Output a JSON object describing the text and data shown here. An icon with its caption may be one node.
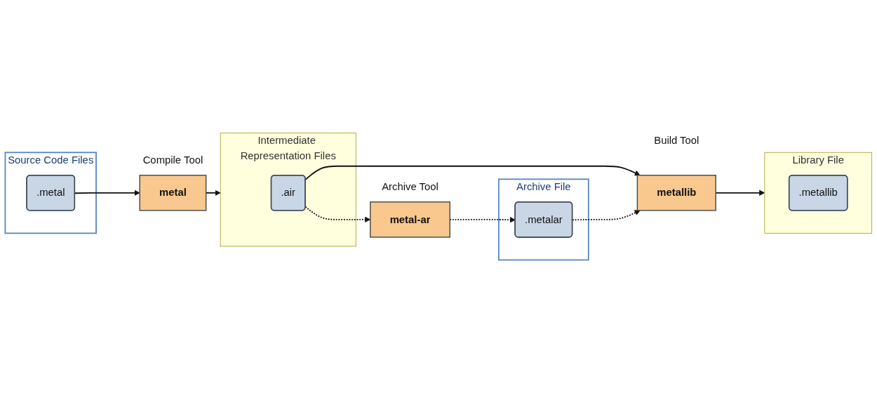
{
  "diagram": {
    "nodes": [
      {
        "text": [
          "Source Code Files"
        ]
      },
      {
        "text": [
          ".metal"
        ],
        "in": 0
      },
      {
        "text": [
          "metal"
        ],
        "beside": [
          "Compile Tool"
        ]
      },
      {
        "text": [
          "Intermediate Representation Files"
        ]
      },
      {
        "text": [
          ".air"
        ],
        "in": 3
      },
      {
        "text": [
          "metallib"
        ],
        "beside": [
          "Build Tool"
        ]
      },
      {
        "text": [
          "Library File"
        ]
      },
      {
        "text": [
          ".metallib"
        ],
        "in": 6
      },
      {
        "text": [
          "metal-ar"
        ],
        "beside": [
          "Archive Tool"
        ]
      },
      {
        "text": [
          "Archive File"
        ]
      },
      {
        "text": [
          ".metalar"
        ],
        "in": 9
      }
    ],
    "edges": [
      {
        "from": 1,
        "to": 2,
        "arrow": "to"
      },
      {
        "from": 2,
        "to": 3,
        "arrow": "to"
      },
      {
        "from": 4,
        "to": 5,
        "arrow": "to"
      },
      {
        "from": 5,
        "to": 6,
        "arrow": "to"
      },
      {
        "from": 4,
        "to": 8,
        "arrow": "to",
        "style": "dashed"
      },
      {
        "from": 8,
        "to": 10,
        "arrow": "to",
        "style": "dashed"
      },
      {
        "from": 10,
        "to": 5,
        "arrow": "to",
        "style": "dashed"
      }
    ]
  }
}
